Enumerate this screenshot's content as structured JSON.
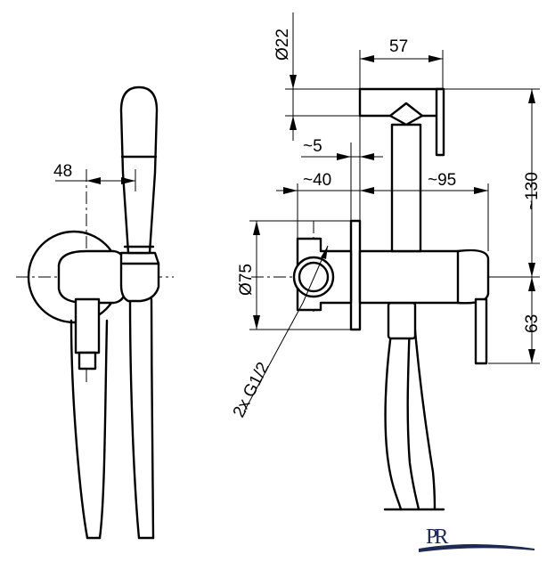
{
  "dimensions": {
    "side_offset": "48",
    "diam_22": "Ø22",
    "width_57": "57",
    "gap_5": "~5",
    "depth_40": "~40",
    "reach_95": "~95",
    "height_130": "~130",
    "diam_75": "Ø75",
    "height_63": "63",
    "thread": "2x G1/2"
  },
  "logo": {
    "text": "PR"
  }
}
